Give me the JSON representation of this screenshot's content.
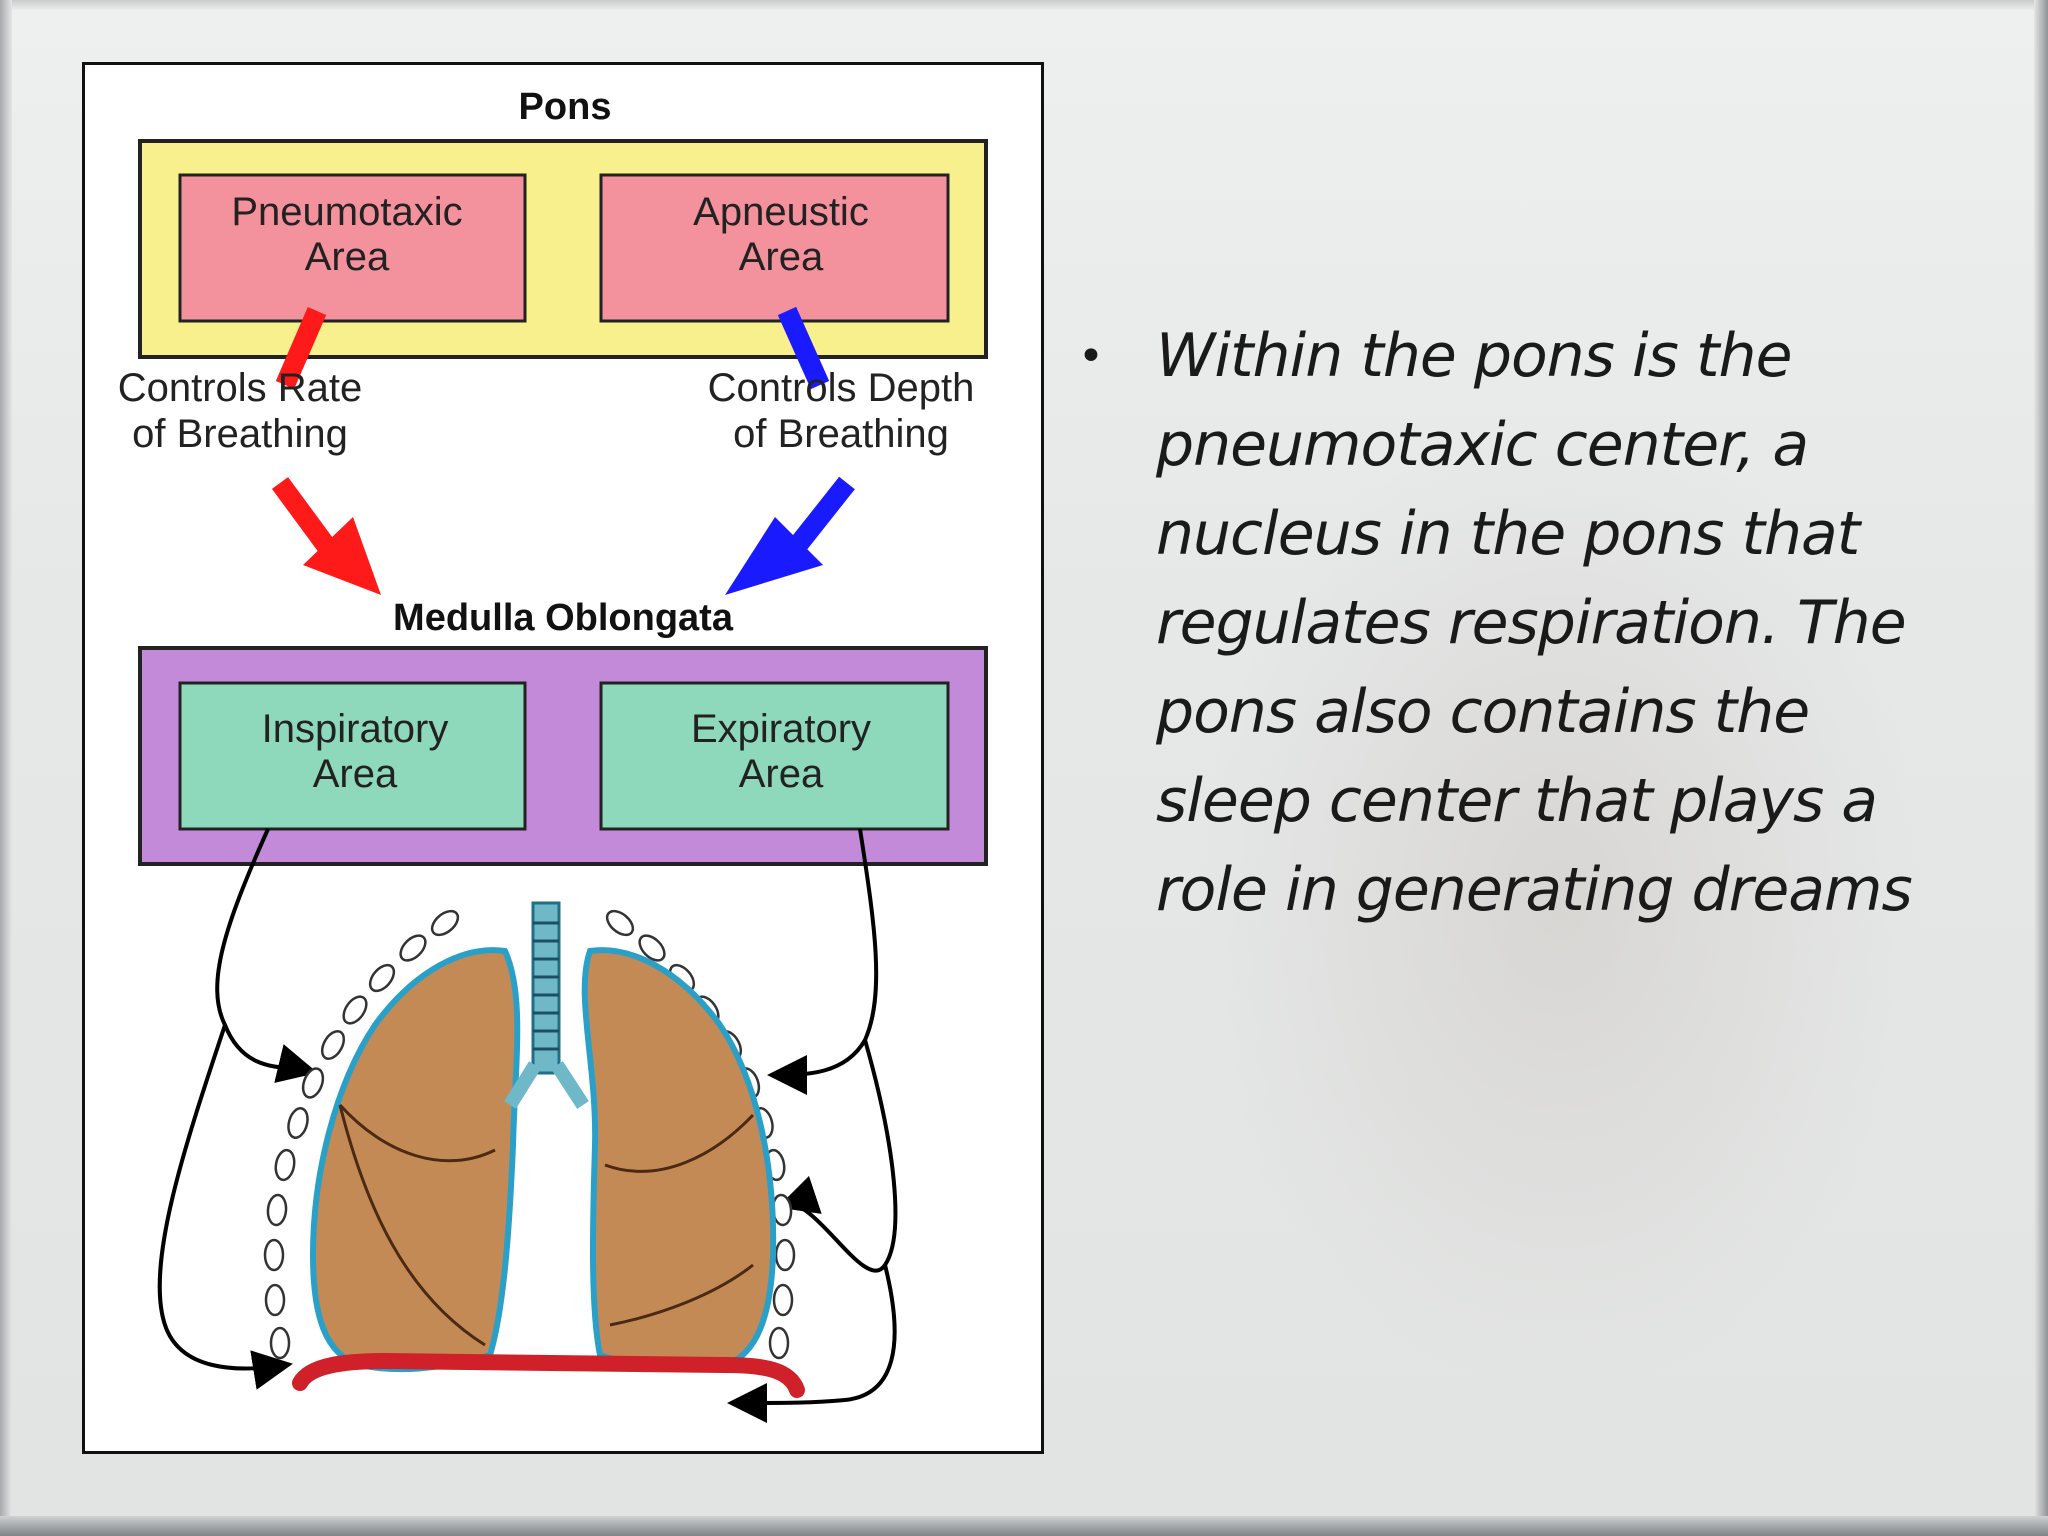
{
  "diagram": {
    "pons_title": "Pons",
    "pneumotaxic_line1": "Pneumotaxic",
    "pneumotaxic_line2": "Area",
    "apneustic_line1": "Apneustic",
    "apneustic_line2": "Area",
    "rate_line1": "Controls Rate",
    "rate_line2": "of Breathing",
    "depth_line1": "Controls Depth",
    "depth_line2": "of Breathing",
    "medulla_title": "Medulla Oblongata",
    "inspiratory_line1": "Inspiratory",
    "inspiratory_line2": "Area",
    "expiratory_line1": "Expiratory",
    "expiratory_line2": "Area"
  },
  "bullet": {
    "text": "Within the pons is the pneumotaxic center, a nucleus in the pons that regulates respiration. The pons also contains the sleep center that plays a role in generating dreams"
  },
  "colors": {
    "pons_box": "#f7f08c",
    "pink_area": "#f3919c",
    "medulla_box": "#c28ad9",
    "green_area": "#8ed8bb",
    "red_arrow": "#ff1a1a",
    "blue_arrow": "#1a1aff",
    "lung": "#c48a56",
    "diaphragm": "#d0202a"
  }
}
